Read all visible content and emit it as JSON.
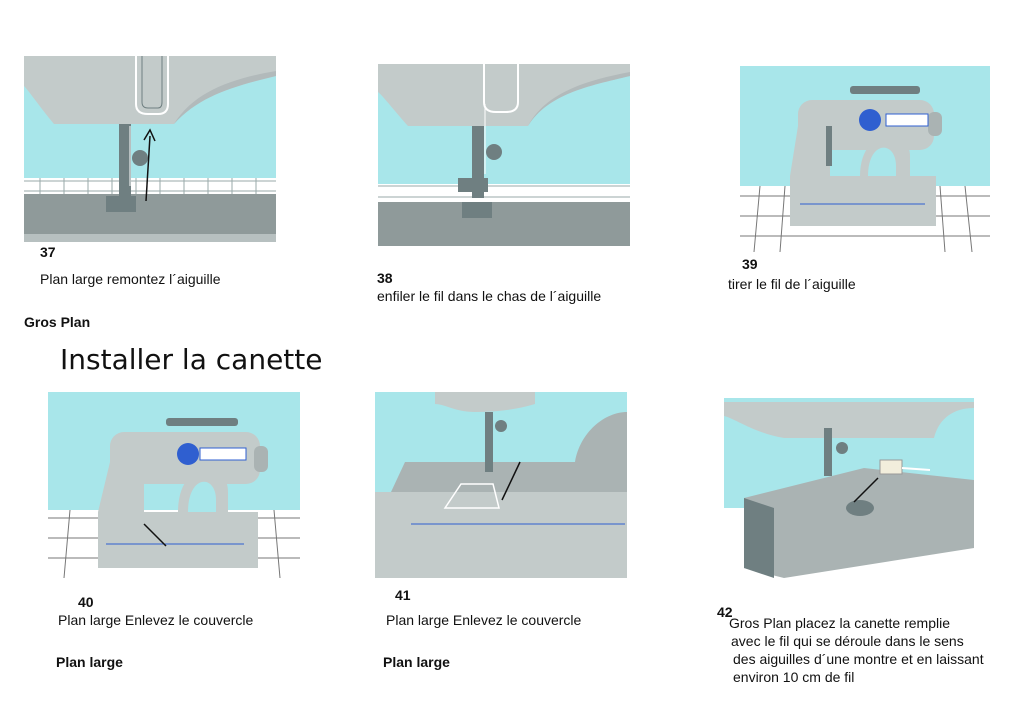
{
  "section_title": "Installer la canette",
  "gros_plan_label": "Gros Plan",
  "panels": [
    {
      "number": "37",
      "caption": "Plan large remontez l´aiguille"
    },
    {
      "number": "38",
      "caption": "enfiler le fil dans le chas de l´aiguille"
    },
    {
      "number": "39",
      "caption": "tirer le fil de l´aiguille"
    },
    {
      "number": "40",
      "caption": "Plan large Enlevez le couvercle",
      "shot": "Plan large"
    },
    {
      "number": "41",
      "caption": "Plan large Enlevez le couvercle",
      "shot": "Plan large"
    },
    {
      "number": "42",
      "caption_lines": [
        "Gros Plan placez la canette remplie",
        "avec le fil qui se déroule dans le sens",
        "des aiguilles d´une montre et en laissant",
        "environ 10 cm de fil"
      ]
    }
  ],
  "colors": {
    "sky": "#a8e6ea",
    "machine": "#c3cbca",
    "dark": "#6f7f81",
    "floor_line": "#888888",
    "dial": "#2f5fd0"
  }
}
